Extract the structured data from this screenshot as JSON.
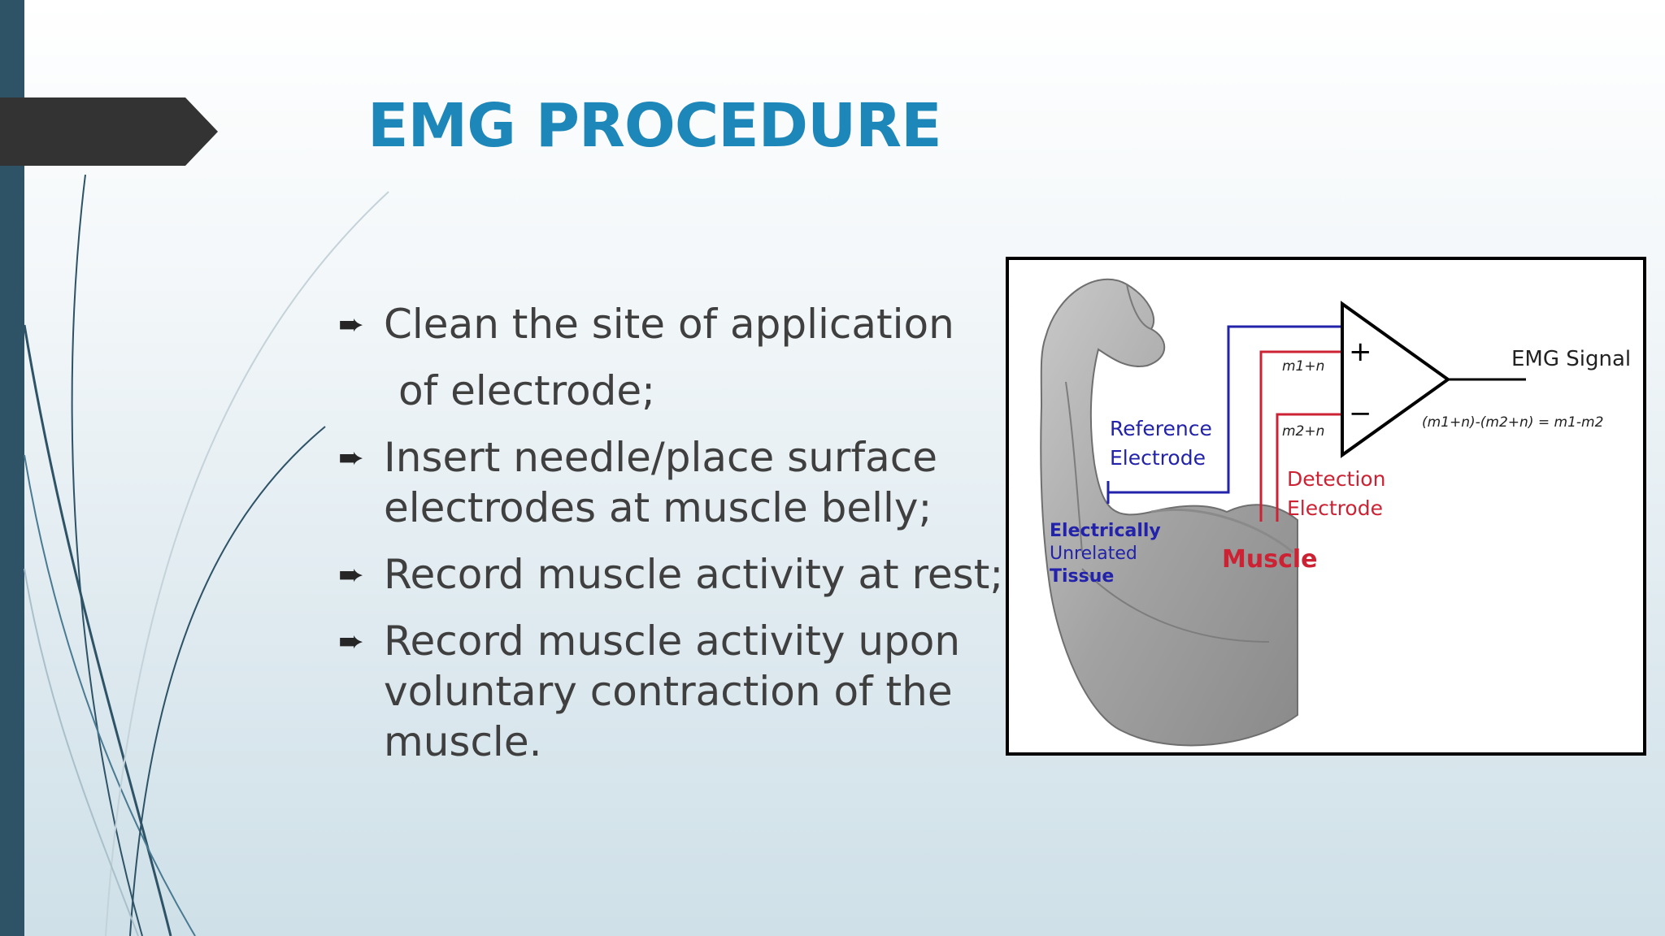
{
  "slide": {
    "title": "EMG PROCEDURE",
    "bullets": [
      {
        "lines": [
          "Clean the site of application",
          "of electrode;"
        ],
        "hang": true
      },
      {
        "lines": [
          "Insert needle/place surface",
          "electrodes at muscle belly;"
        ],
        "hang": false
      },
      {
        "lines": [
          "Record muscle activity at rest;"
        ],
        "hang": false
      },
      {
        "lines": [
          "Record muscle activity upon",
          "voluntary contraction of the",
          "muscle."
        ],
        "hang": false
      }
    ],
    "bullet_icon": "arrow-right-icon"
  },
  "figure": {
    "labels": {
      "reference_electrode_1": "Reference",
      "reference_electrode_2": "Electrode",
      "unrelated_tissue_1": "Electrically",
      "unrelated_tissue_2": "Unrelated",
      "unrelated_tissue_3": "Tissue",
      "detection_electrode_1": "Detection",
      "detection_electrode_2": "Electrode",
      "muscle": "Muscle",
      "emg_signal": "EMG Signal",
      "plus": "+",
      "minus": "−",
      "input_1": "m1+n",
      "input_2": "m2+n",
      "formula": "(m1+n)-(m2+n) = m1-m2"
    },
    "colors": {
      "reference_wire": "#2222aa",
      "detection_wire": "#cc2233",
      "arm": "#9e9e9e"
    }
  },
  "theme": {
    "title_color": "#1c87b8",
    "sidebar_color": "#2e5266",
    "tab_color": "#333333"
  }
}
